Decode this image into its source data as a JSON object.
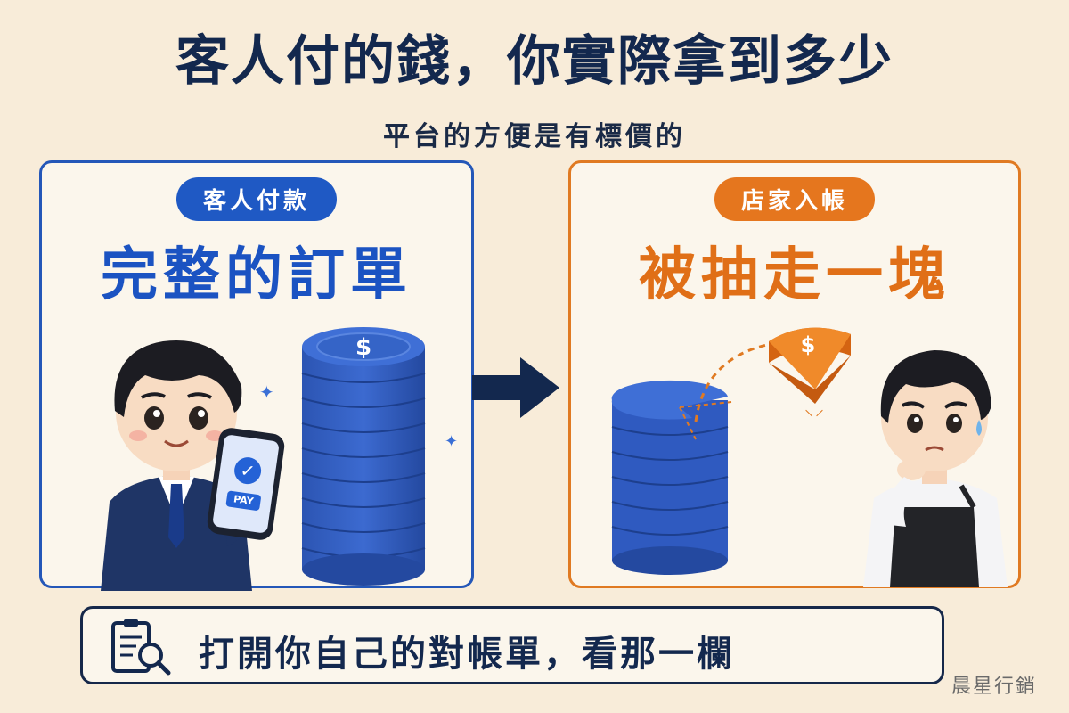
{
  "title": "客人付的錢，你實際拿到多少",
  "subtitle": "平台的方便是有標價的",
  "left_panel": {
    "badge": "客人付款",
    "headline": "完整的訂單",
    "phone_label": "PAY",
    "coin_symbol": "$"
  },
  "right_panel": {
    "badge": "店家入帳",
    "headline": "被抽走一塊",
    "coin_symbol": "$"
  },
  "bottom": {
    "text": "打開你自己的對帳單，看那一欄",
    "icon": "document-search-icon"
  },
  "signature": "晨星行銷",
  "colors": {
    "background": "#f8ecd9",
    "blue": "#2457b8",
    "orange": "#e5761e",
    "navy": "#13284e"
  }
}
